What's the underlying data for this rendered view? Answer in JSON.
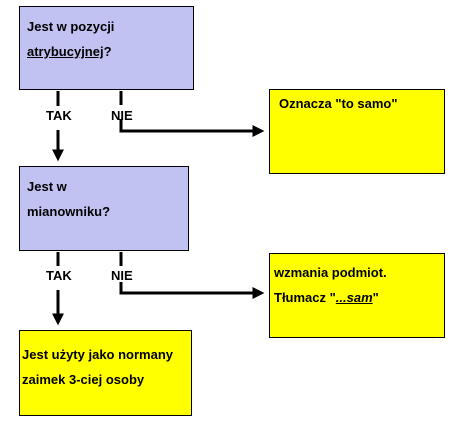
{
  "nodes": {
    "q1": {
      "line1": "Jest w pozycji",
      "line2_link": "atrybucyjnej",
      "line2_suffix": "?"
    },
    "a1": {
      "text": "Oznacza \"to samo\""
    },
    "q2": {
      "line1": "Jest w",
      "line2": "mianowniku?"
    },
    "a2": {
      "line1": "wzmania podmiot.",
      "line2_prefix": "Tłumacz \"",
      "line2_em": "...sam",
      "line2_suffix": "\""
    },
    "a3": {
      "line1": "Jest użyty jako normany",
      "line2": "zaimek 3-ciej osoby"
    }
  },
  "edges": {
    "q1_yes": "TAK",
    "q1_no": "NIE",
    "q2_yes": "TAK",
    "q2_no": "NIE"
  },
  "colors": {
    "question_fill": "#c2c2f2",
    "answer_fill": "#ffff00",
    "stroke": "#000000"
  }
}
